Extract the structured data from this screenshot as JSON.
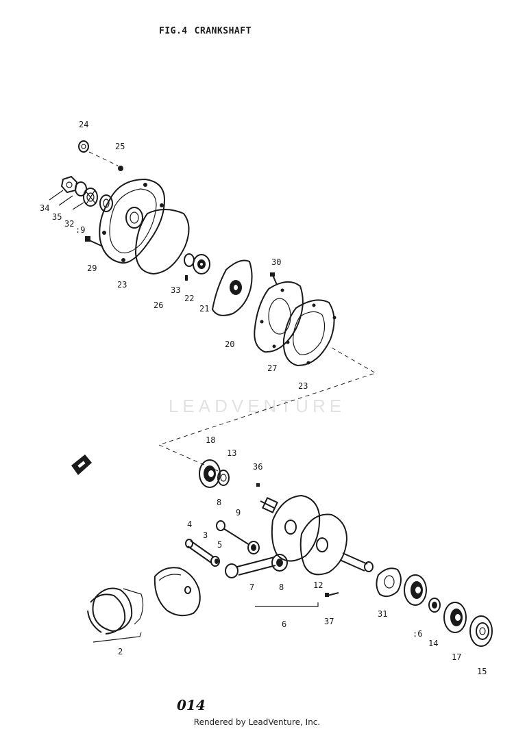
{
  "header": {
    "fig": "FIG.4",
    "title": "CRANKSHAFT"
  },
  "watermark": {
    "text": "LEADVENTURE"
  },
  "part_labels": [
    {
      "id": "24",
      "text": "24"
    },
    {
      "id": "25",
      "text": "25"
    },
    {
      "id": "34",
      "text": "34"
    },
    {
      "id": "35",
      "text": "35"
    },
    {
      "id": "32",
      "text": "32"
    },
    {
      "id": "19",
      "text": ":9"
    },
    {
      "id": "29",
      "text": "29"
    },
    {
      "id": "23a",
      "text": "23"
    },
    {
      "id": "26",
      "text": "26"
    },
    {
      "id": "33",
      "text": "33"
    },
    {
      "id": "22",
      "text": "22"
    },
    {
      "id": "21",
      "text": "21"
    },
    {
      "id": "30",
      "text": "30"
    },
    {
      "id": "20",
      "text": "20"
    },
    {
      "id": "27",
      "text": "27"
    },
    {
      "id": "23b",
      "text": "23"
    },
    {
      "id": "18",
      "text": "18"
    },
    {
      "id": "13",
      "text": "13"
    },
    {
      "id": "36",
      "text": "36"
    },
    {
      "id": "8a",
      "text": "8"
    },
    {
      "id": "9",
      "text": "9"
    },
    {
      "id": "4",
      "text": "4"
    },
    {
      "id": "3",
      "text": "3"
    },
    {
      "id": "5",
      "text": "5"
    },
    {
      "id": "7",
      "text": "7"
    },
    {
      "id": "8b",
      "text": "8"
    },
    {
      "id": "12",
      "text": "12"
    },
    {
      "id": "6",
      "text": "6"
    },
    {
      "id": "37",
      "text": "37"
    },
    {
      "id": "31",
      "text": "31"
    },
    {
      "id": "16",
      "text": ":6"
    },
    {
      "id": "14",
      "text": "14"
    },
    {
      "id": "17",
      "text": "17"
    },
    {
      "id": "15",
      "text": "15"
    },
    {
      "id": "2",
      "text": "2"
    }
  ],
  "page_number": "014",
  "footer": "Rendered by LeadVenture, Inc."
}
